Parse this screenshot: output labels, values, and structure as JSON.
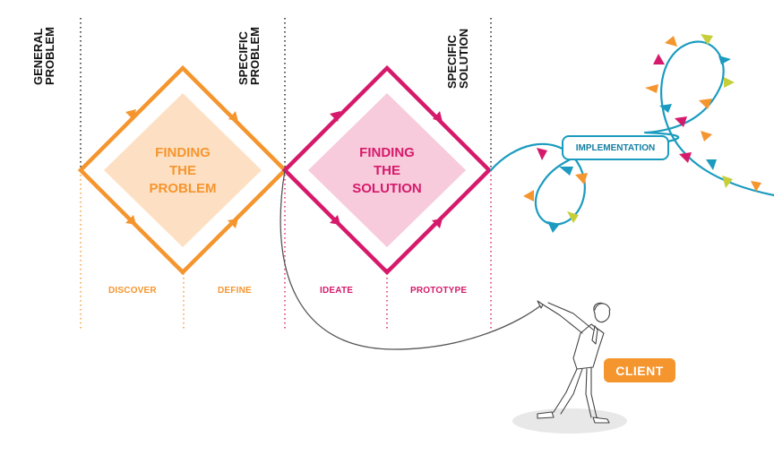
{
  "stage_labels": {
    "general_problem": [
      "GENERAL",
      "PROBLEM"
    ],
    "specific_problem": [
      "SPECIFIC",
      "PROBLEM"
    ],
    "specific_solution": [
      "SPECIFIC",
      "SOLUTION"
    ]
  },
  "diamonds": {
    "problem": {
      "title": [
        "FINDING",
        "THE",
        "PROBLEM"
      ],
      "color": "#f5952e",
      "fill": "#fde0c3"
    },
    "solution": {
      "title": [
        "FINDING",
        "THE",
        "SOLUTION"
      ],
      "color": "#d61a6b",
      "fill": "#f7cbdc"
    }
  },
  "phases": {
    "discover": "DISCOVER",
    "define": "DEFINE",
    "ideate": "IDEATE",
    "prototype": "PROTOTYPE"
  },
  "implementation_label": "IMPLEMENTATION",
  "client_label": "CLIENT",
  "colors": {
    "orange": "#f5952e",
    "magenta": "#d61a6b",
    "teal": "#1a9bbf",
    "lime": "#c6cf3a",
    "line_gray": "#555555"
  }
}
